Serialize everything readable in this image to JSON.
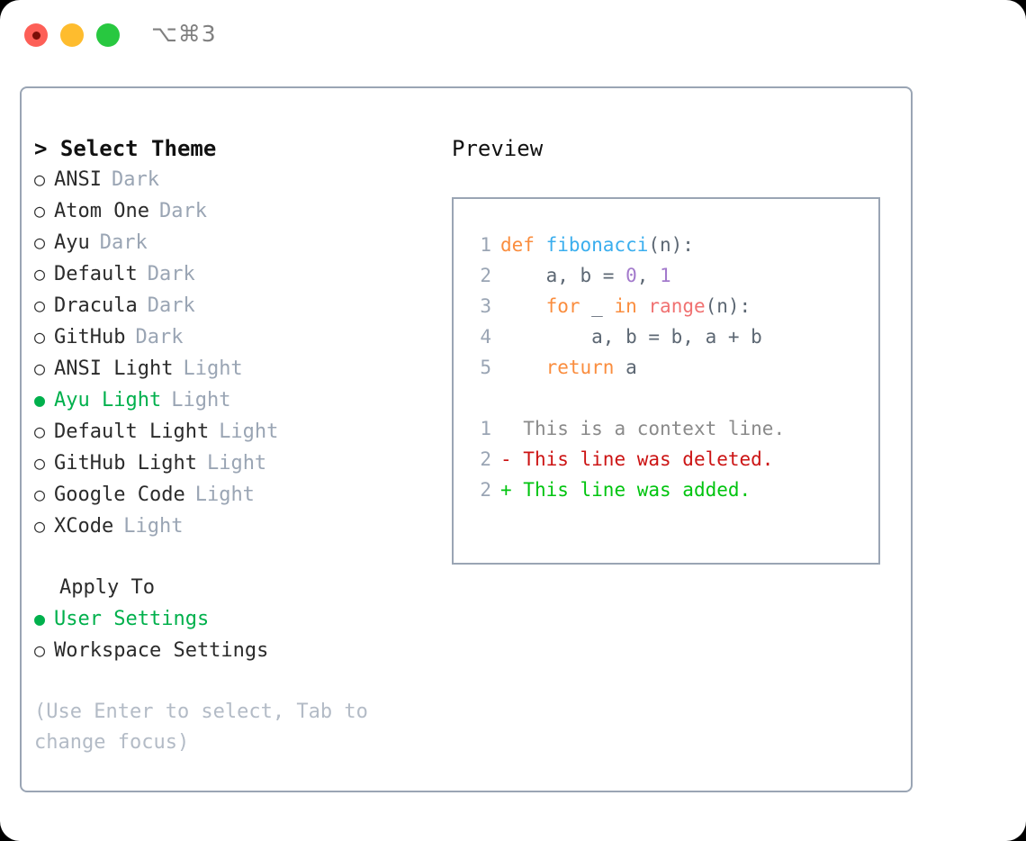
{
  "titlebar": {
    "shortcut": "⌥⌘3",
    "lights": [
      {
        "name": "close",
        "color": "#fd5f57"
      },
      {
        "name": "minimize",
        "color": "#febc2e"
      },
      {
        "name": "maximize",
        "color": "#28c840"
      }
    ]
  },
  "left": {
    "heading": "> Select Theme",
    "themes": [
      {
        "bullet": "○",
        "name": "ANSI",
        "kind": "Dark",
        "selected": false
      },
      {
        "bullet": "○",
        "name": "Atom One",
        "kind": "Dark",
        "selected": false
      },
      {
        "bullet": "○",
        "name": "Ayu",
        "kind": "Dark",
        "selected": false
      },
      {
        "bullet": "○",
        "name": "Default",
        "kind": "Dark",
        "selected": false
      },
      {
        "bullet": "○",
        "name": "Dracula",
        "kind": "Dark",
        "selected": false
      },
      {
        "bullet": "○",
        "name": "GitHub",
        "kind": "Dark",
        "selected": false
      },
      {
        "bullet": "○",
        "name": "ANSI Light",
        "kind": "Light",
        "selected": false
      },
      {
        "bullet": "●",
        "name": "Ayu Light",
        "kind": "Light",
        "selected": true
      },
      {
        "bullet": "○",
        "name": "Default Light",
        "kind": "Light",
        "selected": false
      },
      {
        "bullet": "○",
        "name": "GitHub Light",
        "kind": "Light",
        "selected": false
      },
      {
        "bullet": "○",
        "name": "Google Code",
        "kind": "Light",
        "selected": false
      },
      {
        "bullet": "○",
        "name": "XCode",
        "kind": "Light",
        "selected": false
      }
    ],
    "apply_to_label": "Apply To",
    "apply_to": [
      {
        "bullet": "●",
        "name": "User Settings",
        "selected": true
      },
      {
        "bullet": "○",
        "name": "Workspace Settings",
        "selected": false
      }
    ],
    "hint": "(Use Enter to select, Tab to change focus)"
  },
  "preview": {
    "title": "Preview",
    "code_lines": [
      {
        "num": "1",
        "tokens": [
          {
            "t": "def ",
            "c": "kw"
          },
          {
            "t": "fibonacci",
            "c": "fn"
          },
          {
            "t": "(n):",
            "c": "pln"
          }
        ]
      },
      {
        "num": "2",
        "tokens": [
          {
            "t": "    a, b = ",
            "c": "pln"
          },
          {
            "t": "0",
            "c": "num"
          },
          {
            "t": ", ",
            "c": "pln"
          },
          {
            "t": "1",
            "c": "num"
          }
        ]
      },
      {
        "num": "3",
        "tokens": [
          {
            "t": "    ",
            "c": "pln"
          },
          {
            "t": "for",
            "c": "kw"
          },
          {
            "t": " _ ",
            "c": "pln"
          },
          {
            "t": "in",
            "c": "kw"
          },
          {
            "t": " ",
            "c": "pln"
          },
          {
            "t": "range",
            "c": "call"
          },
          {
            "t": "(n):",
            "c": "pln"
          }
        ]
      },
      {
        "num": "4",
        "tokens": [
          {
            "t": "        a, b = b, a + b",
            "c": "pln"
          }
        ]
      },
      {
        "num": "5",
        "tokens": [
          {
            "t": "    ",
            "c": "pln"
          },
          {
            "t": "return",
            "c": "kw"
          },
          {
            "t": " a",
            "c": "pln"
          }
        ]
      }
    ],
    "diff_lines": [
      {
        "num": "1",
        "marker": "  ",
        "text": "This is a context line.",
        "kind": "ctx"
      },
      {
        "num": "2",
        "marker": "- ",
        "text": "This line was deleted.",
        "kind": "del"
      },
      {
        "num": "2",
        "marker": "+ ",
        "text": "This line was added.",
        "kind": "add"
      }
    ]
  },
  "colors": {
    "accent_green": "#00b04c",
    "muted": "#9aa5b4",
    "border": "#9aa5b4",
    "keyword": "#fa8d3e",
    "function": "#3aaeee",
    "number": "#a37acc",
    "call": "#f07171",
    "plain": "#5c6773",
    "diff_add": "#00c40f",
    "diff_del": "#cc1414"
  }
}
